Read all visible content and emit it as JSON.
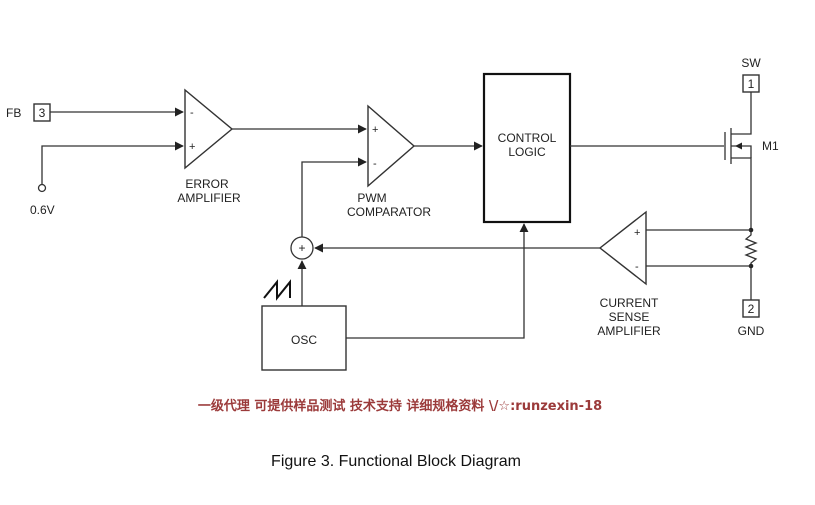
{
  "pins": {
    "fb": {
      "label": "FB",
      "number": "3"
    },
    "sw": {
      "label": "SW",
      "number": "1"
    },
    "gnd": {
      "label": "GND",
      "number": "2"
    }
  },
  "reference": {
    "label": "0.6V"
  },
  "blocks": {
    "error_amplifier": {
      "line1": "ERROR",
      "line2": "AMPLIFIER",
      "minus": "-",
      "plus": "+"
    },
    "pwm_comparator": {
      "line1": "PWM",
      "line2": "COMPARATOR",
      "minus": "-",
      "plus": "+"
    },
    "control_logic": {
      "line1": "CONTROL",
      "line2": "LOGIC"
    },
    "osc": {
      "label": "OSC"
    },
    "current_sense_amplifier": {
      "line1": "CURRENT",
      "line2": "SENSE",
      "line3": "AMPLIFIER",
      "minus": "-",
      "plus": "+"
    },
    "summer": {
      "symbol": "+"
    },
    "transistor": {
      "label": "M1"
    }
  },
  "watermark": "一级代理 可提供样品测试 技术支持 详细规格资料 \\/☆:runzexin-18",
  "caption": "Figure 3. Functional Block Diagram",
  "colors": {
    "watermark": "#9b3a3a",
    "line": "#333333"
  }
}
